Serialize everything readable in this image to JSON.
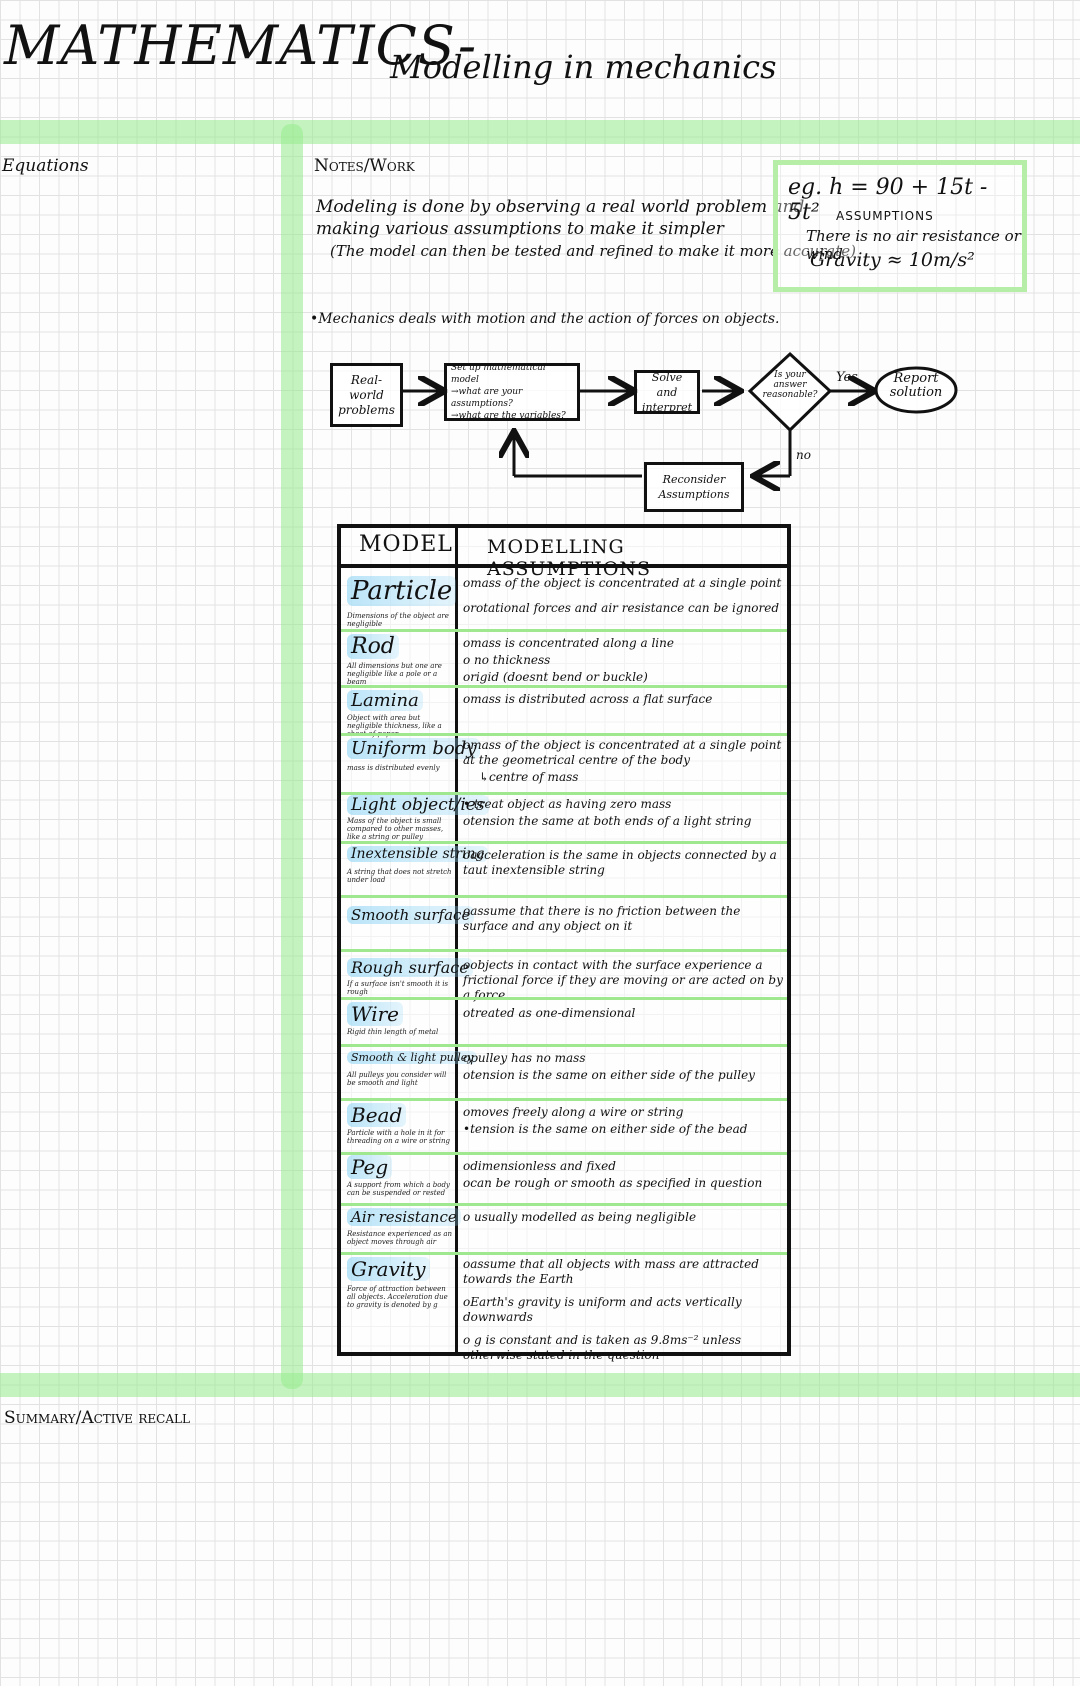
{
  "header": {
    "title_main": "MATHEMATICS-",
    "title_sub": "Modelling in mechanics"
  },
  "sections": {
    "equations": "Equations",
    "notes": "Notes/Work",
    "summary": "Summary/Active recall"
  },
  "intro": {
    "line1": "Modeling is done by observing a real world problem and",
    "line2": "making various assumptions to make it simpler",
    "line3": "(The model can then be tested and refined to make it more accurate)"
  },
  "example": {
    "equation": "eg. h = 90 + 15t - 5t²",
    "assumptions_heading": "ASSUMPTIONS",
    "assumption1": "There is no air resistance or wind",
    "assumption2": "Gravity ≈ 10m/s²"
  },
  "mechanics_bullet": "•Mechanics deals with motion and the action of forces on objects.",
  "flowchart": {
    "real_world": [
      "Real-world",
      "problems"
    ],
    "setup": [
      "Set up mathematical model",
      "→what are your assumptions?",
      "→what are the variables?"
    ],
    "solve": [
      "Solve and",
      "interpret"
    ],
    "decision": [
      "Is your",
      "answer",
      "reasonable?"
    ],
    "yes": "Yes",
    "no": "no",
    "report": [
      "Report",
      "solution"
    ],
    "reconsider": [
      "Reconsider",
      "Assumptions"
    ]
  },
  "table": {
    "col_model": "MODEL",
    "col_assumptions": "MODELLING ASSUMPTIONS",
    "rows": [
      {
        "model": "Particle",
        "desc": "Dimensions of the object are negligible",
        "assumptions": [
          "omass of the object is concentrated at a single point",
          "orotational forces and air resistance can be ignored"
        ]
      },
      {
        "model": "Rod",
        "desc": "All dimensions but one are negligible like a pole or a beam",
        "assumptions": [
          "omass is concentrated along a line",
          "o no thickness",
          "origid (doesnt bend or buckle)"
        ]
      },
      {
        "model": "Lamina",
        "desc": "Object with area but negligible thickness, like a sheet of paper",
        "assumptions": [
          "omass is distributed across a flat surface"
        ]
      },
      {
        "model": "Uniform body",
        "desc": "mass is distributed evenly",
        "assumptions": [
          "omass of the object is concentrated at a single point at the geometrical centre of the body",
          "↳centre of mass"
        ]
      },
      {
        "model": "Light object/ies",
        "desc": "Mass of the object is small compared to other masses, like a string or pulley",
        "assumptions": [
          "• treat object as having zero mass",
          "otension the same at both ends of a light string"
        ]
      },
      {
        "model": "Inextensible string",
        "desc": "A string that does not stretch under load",
        "assumptions": [
          "oacceleration is the same in objects connected by a taut inextensible string"
        ]
      },
      {
        "model": "Smooth surface",
        "desc": "",
        "assumptions": [
          "oassume that there is no friction between the surface and any object on it"
        ]
      },
      {
        "model": "Rough surface",
        "desc": "If a surface isn't smooth it is rough",
        "assumptions": [
          "oobjects in contact with the surface experience a frictional force if they are moving or are acted on by a force"
        ]
      },
      {
        "model": "Wire",
        "desc": "Rigid thin length of metal",
        "assumptions": [
          "otreated as one-dimensional"
        ]
      },
      {
        "model": "Smooth & light pulley",
        "desc": "All pulleys you consider will be smooth and light",
        "assumptions": [
          "opulley has no mass",
          "otension is the same on either side of the pulley"
        ]
      },
      {
        "model": "Bead",
        "desc": "Particle with a hole in it for threading on a wire or string",
        "assumptions": [
          "omoves freely along a wire or string",
          "•tension is the same on either side of the bead"
        ]
      },
      {
        "model": "Peg",
        "desc": "A support from which a body can be suspended or rested",
        "assumptions": [
          "odimensionless and fixed",
          "ocan be rough or smooth as specified in question"
        ]
      },
      {
        "model": "Air resistance",
        "desc": "Resistance experienced as an object moves through air",
        "assumptions": [
          "o usually modelled as being negligible"
        ]
      },
      {
        "model": "Gravity",
        "desc": "Force of attraction between all objects. Acceleration due to gravity is denoted by g",
        "assumptions": [
          "oassume that all objects with mass are attracted towards the Earth",
          "oEarth's gravity is uniform and acts vertically downwards",
          "o g is constant and is taken as 9.8ms⁻² unless otherwise stated in the question"
        ]
      }
    ]
  }
}
